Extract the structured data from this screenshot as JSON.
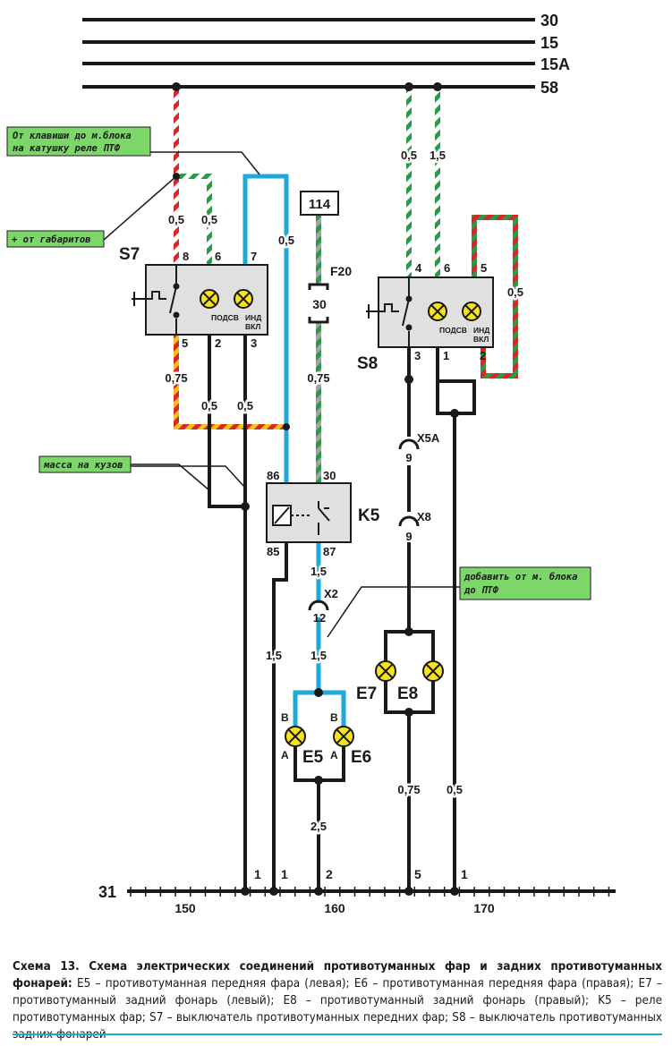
{
  "buses": [
    "30",
    "15",
    "15A",
    "58"
  ],
  "ground_bus": {
    "label": "31",
    "scale": [
      "150",
      "160",
      "170"
    ],
    "pins": [
      "1",
      "1",
      "2",
      "5",
      "1"
    ]
  },
  "notes": {
    "coil": [
      "От клавиши до м.блока",
      "на катушку реле ПТФ"
    ],
    "gabarit": "+ от габаритов",
    "mass": "масса на кузов",
    "add": [
      "добавить от м. блока",
      "до ПТФ"
    ]
  },
  "s7": {
    "name": "S7",
    "top_pins": [
      "8",
      "6",
      "7"
    ],
    "bottom_pins": [
      "5",
      "2",
      "3"
    ],
    "lamp1": "ПОДСВ",
    "lamp2": [
      "ИНД",
      "ВКЛ"
    ]
  },
  "s8": {
    "name": "S8",
    "top_pins": [
      "4",
      "6",
      "5"
    ],
    "bottom_pins": [
      "3",
      "1",
      "2"
    ],
    "lamp1": "ПОДСВ",
    "lamp2": [
      "ИНД",
      "ВКЛ"
    ]
  },
  "k5": {
    "name": "K5",
    "pins": [
      "86",
      "30",
      "85",
      "87"
    ]
  },
  "fuse": {
    "block": "114",
    "name": "F20",
    "rating": "30"
  },
  "connectors": {
    "x5a": {
      "name": "X5A",
      "pin": "9"
    },
    "x8": {
      "name": "X8",
      "pin": "9"
    },
    "x2": {
      "name": "X2",
      "pin": "12"
    }
  },
  "lamps": {
    "e5": "E5",
    "e6": "E6",
    "e7": "E7",
    "e8": "E8",
    "pin_b": "В",
    "pin_a": "А"
  },
  "wires": {
    "s7_8": "0,5",
    "s7_6": "0,5",
    "s7_7_blue": "0,5",
    "s7_5": "0,75",
    "s7_2": "0,5",
    "s7_3": "0,5",
    "fuse_out": "0,75",
    "k5_87": "1,5",
    "x2_out": "1,5",
    "k5_85": "1,5",
    "e_ground": "2,5",
    "s8_4": "0,5",
    "s8_6": "1,5",
    "s8_5": "0,5",
    "e78_ground": "0,75",
    "s8_ground": "0,5"
  },
  "colors": {
    "black": "#1a1a1a",
    "blue": "#1fa9d6",
    "green": "#2b9a48",
    "red": "#d9262a",
    "yellow": "#f0c419",
    "gray": "#a3a3a3",
    "lamp": "#f7e319",
    "box": "#e0e0e0"
  },
  "caption": {
    "title": "Схема 13. Схема электрических соединений противотуманных фар и задних противотуманных фонарей:",
    "text": "E5 – противотуманная передняя фара (левая); E6 – противотуманная передняя фара (правая); E7 – противотуманный задний фонарь (левый); E8 – противотуманный задний фонарь (правый); K5 – реле противотуманных фар; S7 – выключатель противотуманных передних фар; S8 – выключатель противотуманных задних фонарей"
  }
}
